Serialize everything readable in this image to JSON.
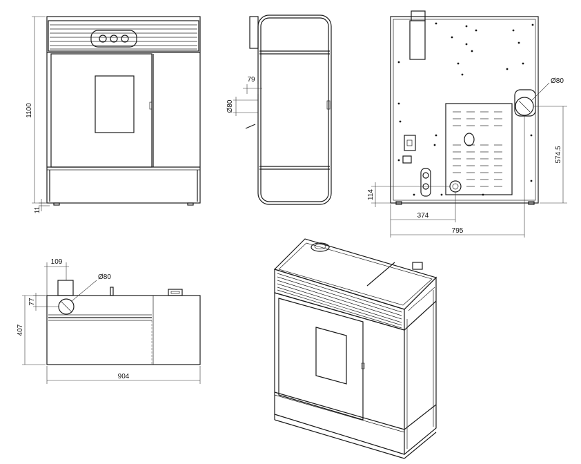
{
  "dimensions": {
    "front_height": "1100",
    "front_foot": "11",
    "side_offset": "79",
    "side_flue": "Ø80",
    "back_flue": "Ø80",
    "back_height": "574.5",
    "back_low": "114",
    "back_center": "374",
    "back_width": "795",
    "top_offset": "109",
    "top_flue": "Ø80",
    "top_small": "77",
    "top_depth": "407",
    "top_width": "904"
  },
  "colors": {
    "line": "#1a1a1a",
    "background": "#ffffff"
  }
}
